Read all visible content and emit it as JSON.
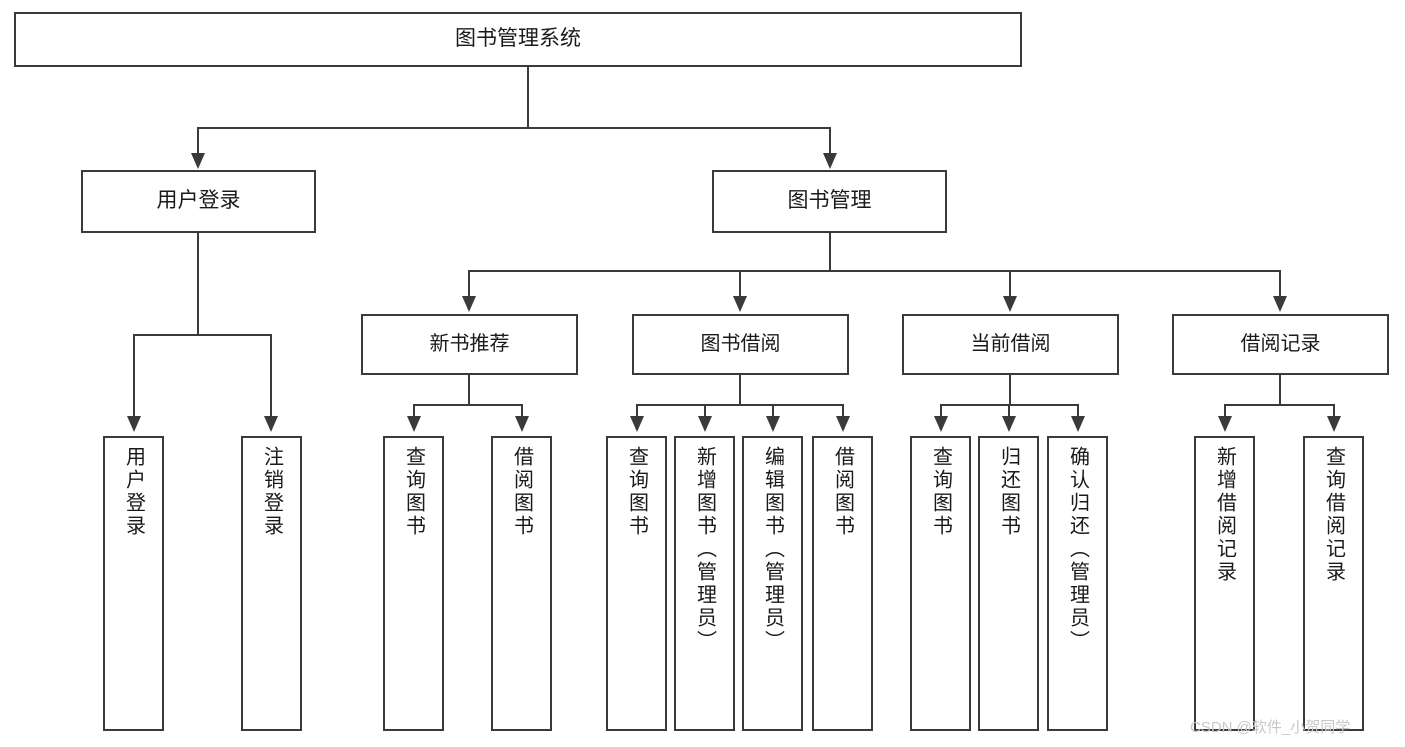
{
  "diagram": {
    "title": "图书管理系统",
    "type": "hierarchy-tree",
    "watermark": "CSDN @软件_小贺同学",
    "colors": {
      "box_border": "#3a3a3a",
      "box_fill": "#ffffff",
      "connector": "#3a3a3a",
      "text": "#1a1a1a",
      "watermark": "#c8c8c8"
    },
    "nodes": {
      "root": {
        "label": "图书管理系统"
      },
      "level2": [
        {
          "label": "用户登录"
        },
        {
          "label": "图书管理"
        }
      ],
      "level3": [
        {
          "label": "新书推荐"
        },
        {
          "label": "图书借阅"
        },
        {
          "label": "当前借阅"
        },
        {
          "label": "借阅记录"
        }
      ],
      "leaves": {
        "user_login": [
          {
            "label": "用户登录"
          },
          {
            "label": "注销登录"
          }
        ],
        "new_book": [
          {
            "label": "查询图书"
          },
          {
            "label": "借阅图书"
          }
        ],
        "book_borrow": [
          {
            "label": "查询图书"
          },
          {
            "label": "新增图书（管理员）"
          },
          {
            "label": "编辑图书（管理员）"
          },
          {
            "label": "借阅图书"
          }
        ],
        "current_borrow": [
          {
            "label": "查询图书"
          },
          {
            "label": "归还图书"
          },
          {
            "label": "确认归还（管理员）"
          }
        ],
        "borrow_record": [
          {
            "label": "新增借阅记录"
          },
          {
            "label": "查询借阅记录"
          }
        ]
      }
    }
  }
}
